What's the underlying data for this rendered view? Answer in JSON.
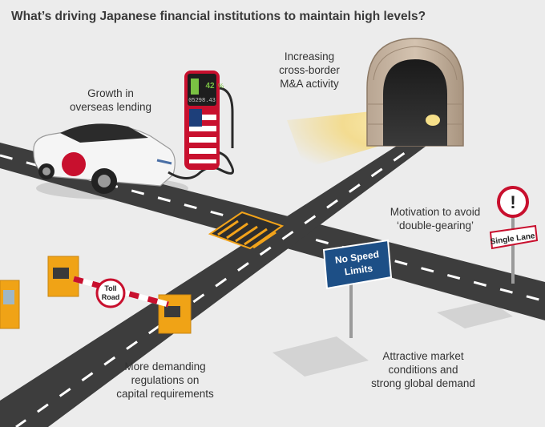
{
  "title": "What’s driving Japanese financial institutions to maintain high levels?",
  "labels": {
    "overseas_lending": [
      "Growth in",
      "overseas lending"
    ],
    "cross_border": [
      "Increasing",
      "cross-border",
      "M&A activity"
    ],
    "double_gearing": [
      "Motivation to avoid",
      "‘double-gearing’"
    ],
    "regulations": [
      "More demanding",
      "regulations on",
      "capital requirements"
    ],
    "market_conditions": [
      "Attractive market",
      "conditions and",
      "strong global demand"
    ]
  },
  "signs": {
    "no_speed": [
      "No Speed",
      "Limits"
    ],
    "single_lane": "Single Lane",
    "toll_road": [
      "Toll",
      "Road"
    ],
    "warning_mark": "!"
  },
  "charger": {
    "percent": "42",
    "percent_unit": "%",
    "reading": "05298.43"
  },
  "colors": {
    "background": "#ececec",
    "road": "#3d3d3d",
    "lane_marking": "#ffffff",
    "hatch": "#f2a31a",
    "sign_blue": "#1d4f86",
    "sign_red": "#c8102e",
    "booth": "#f0a316",
    "headlight": "#f7d978"
  },
  "icons": [
    "car-icon",
    "charging-station-icon",
    "tunnel-icon",
    "toll-booth-icon",
    "barrier-icon",
    "warning-sign-icon"
  ]
}
